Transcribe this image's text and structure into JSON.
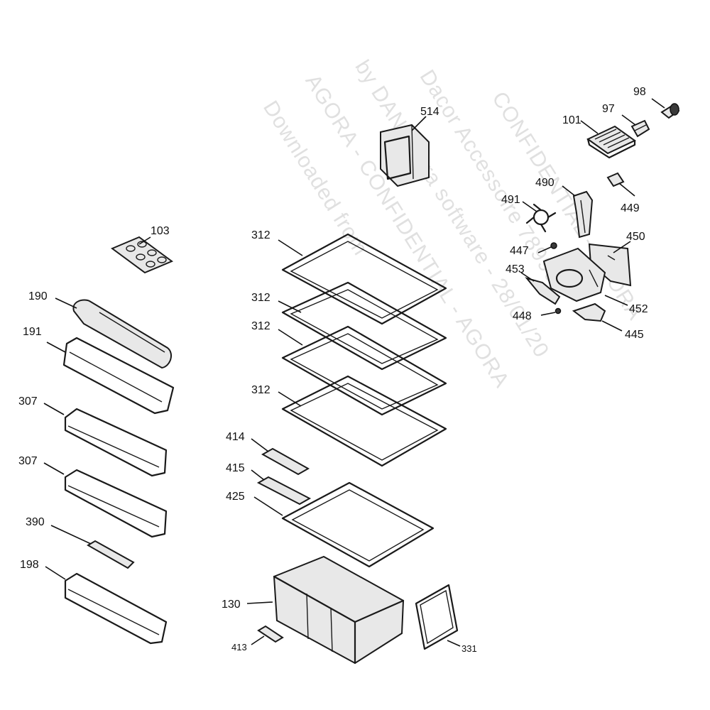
{
  "watermark": {
    "lines": [
      "Downloaded from",
      "AGORA - CONFIDENTIAL - AGORA",
      "by DAN Agora software - 28/01/20",
      "Dacor Accessoire 78990",
      "CONFIDENTIAL - AGORA"
    ]
  },
  "callouts": [
    {
      "id": "c98",
      "label": "98"
    },
    {
      "id": "c97",
      "label": "97"
    },
    {
      "id": "c101",
      "label": "101"
    },
    {
      "id": "c514",
      "label": "514"
    },
    {
      "id": "c490",
      "label": "490"
    },
    {
      "id": "c491",
      "label": "491"
    },
    {
      "id": "c449",
      "label": "449"
    },
    {
      "id": "c450",
      "label": "450"
    },
    {
      "id": "c447",
      "label": "447"
    },
    {
      "id": "c453",
      "label": "453"
    },
    {
      "id": "c452",
      "label": "452"
    },
    {
      "id": "c448",
      "label": "448"
    },
    {
      "id": "c445",
      "label": "445"
    },
    {
      "id": "c103",
      "label": "103"
    },
    {
      "id": "c190",
      "label": "190"
    },
    {
      "id": "c191",
      "label": "191"
    },
    {
      "id": "c307a",
      "label": "307"
    },
    {
      "id": "c307b",
      "label": "307"
    },
    {
      "id": "c390",
      "label": "390"
    },
    {
      "id": "c198",
      "label": "198"
    },
    {
      "id": "c312a",
      "label": "312"
    },
    {
      "id": "c312b",
      "label": "312"
    },
    {
      "id": "c312c",
      "label": "312"
    },
    {
      "id": "c312d",
      "label": "312"
    },
    {
      "id": "c414",
      "label": "414"
    },
    {
      "id": "c415",
      "label": "415"
    },
    {
      "id": "c425",
      "label": "425"
    },
    {
      "id": "c130",
      "label": "130"
    },
    {
      "id": "c413",
      "label": "413"
    },
    {
      "id": "c331",
      "label": "331"
    }
  ]
}
